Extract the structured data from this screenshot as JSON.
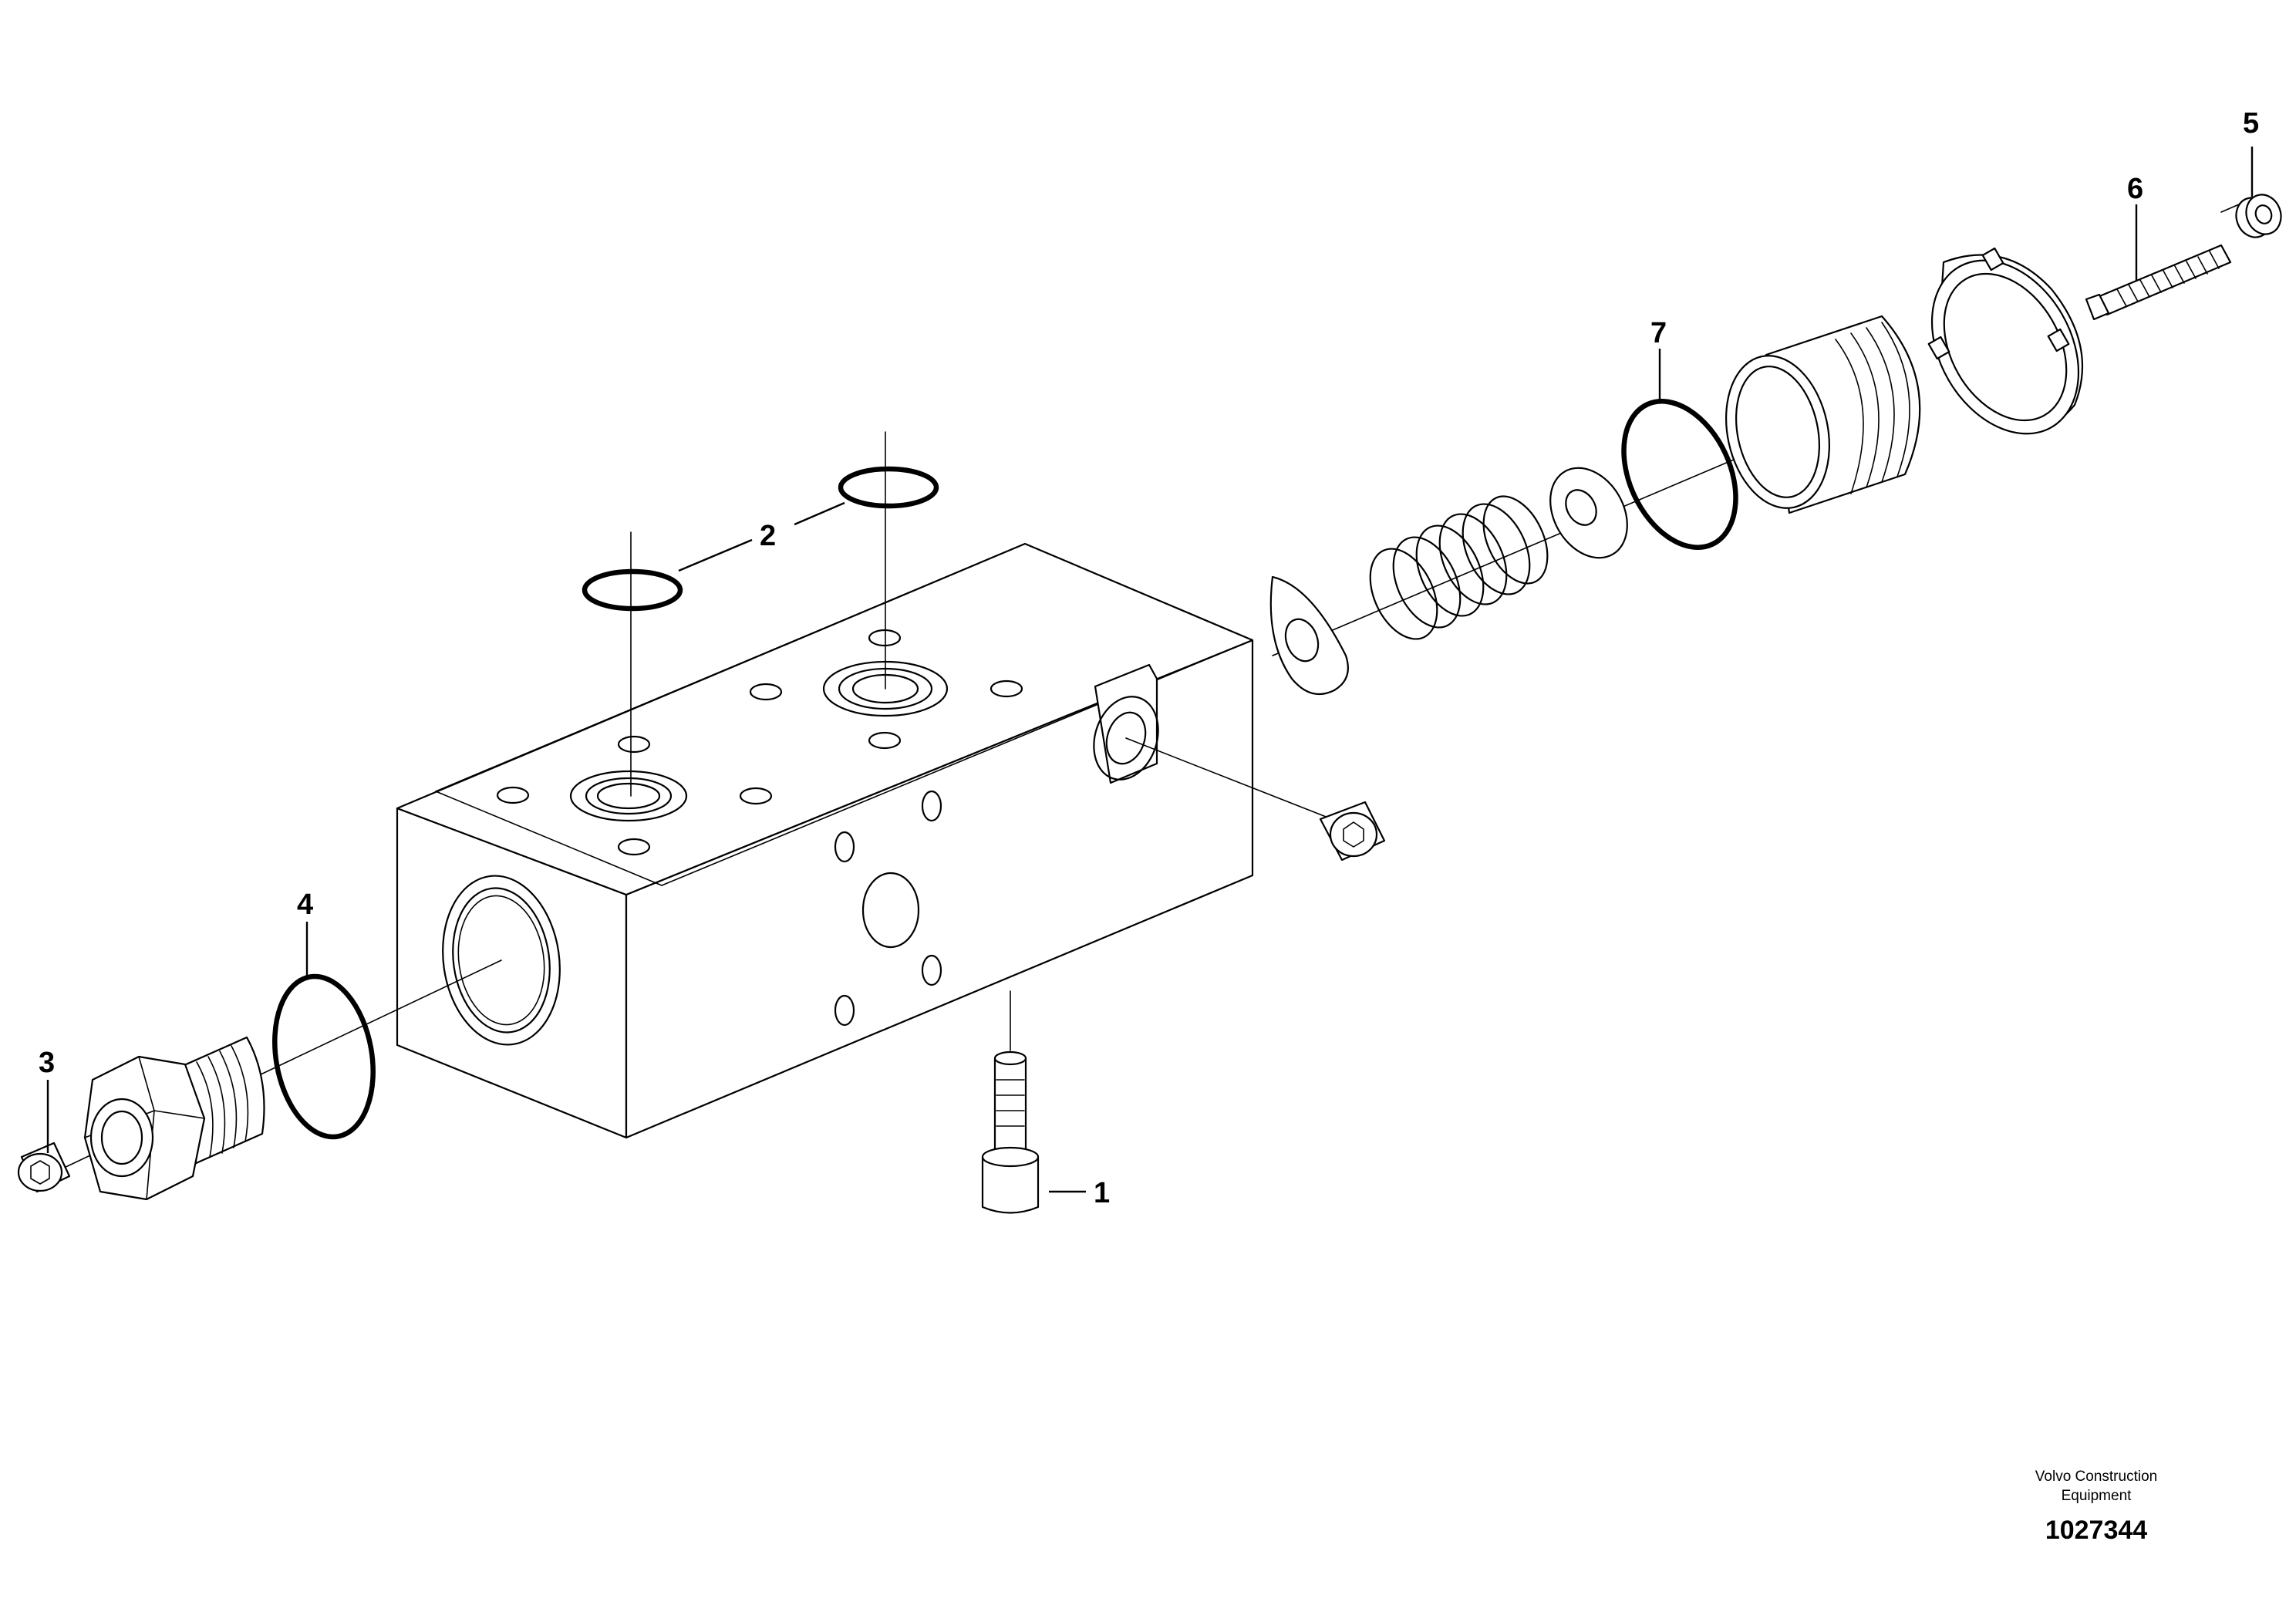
{
  "callouts": {
    "c1": "1",
    "c2": "2",
    "c3": "3",
    "c4": "4",
    "c5": "5",
    "c6": "6",
    "c7": "7"
  },
  "footer": {
    "brand_line1": "Volvo Construction",
    "brand_line2": "Equipment",
    "drawing_number": "1027344"
  }
}
